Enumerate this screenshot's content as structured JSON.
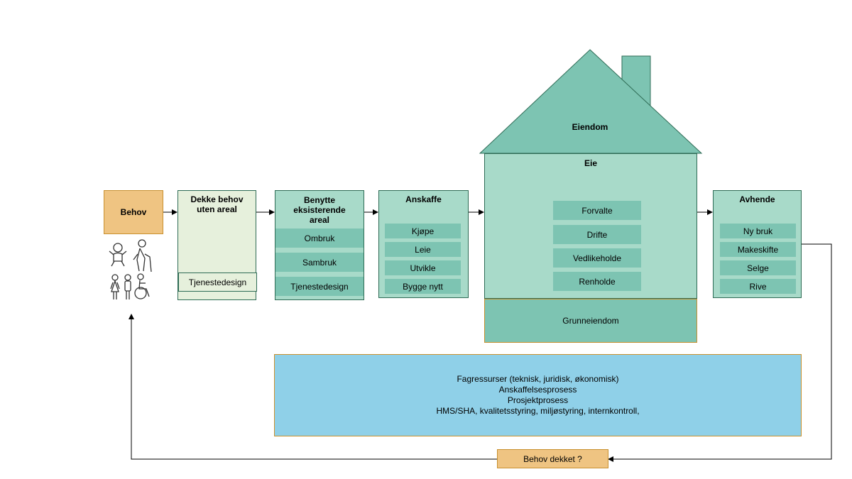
{
  "behov": {
    "label": "Behov"
  },
  "dekke": {
    "title": "Dekke behov uten areal",
    "item": "Tjenestedesign"
  },
  "benytte": {
    "title": "Benytte eksisterende areal",
    "items": [
      "Ombruk",
      "Sambruk",
      "Tjenestedesign"
    ]
  },
  "anskaffe": {
    "title": "Anskaffe",
    "items": [
      "Kjøpe",
      "Leie",
      "Utvikle",
      "Bygge nytt"
    ]
  },
  "house": {
    "roof_label": "Eiendom",
    "body_title": "Eie",
    "items": [
      "Forvalte",
      "Drifte",
      "Vedlikeholde",
      "Renholde"
    ],
    "ground_label": "Grunneiendom"
  },
  "avhende": {
    "title": "Avhende",
    "items": [
      "Ny bruk",
      "Makeskifte",
      "Selge",
      "Rive"
    ]
  },
  "info": {
    "lines": [
      "Fagressurser (teknisk, juridisk, økonomisk)",
      "Anskaffelsesprosess",
      "Prosjektprosess",
      "HMS/SHA, kvalitetsstyring, miljøstyring, internkontroll,"
    ]
  },
  "feedback": {
    "label": "Behov dekket ?"
  },
  "icons": [
    "baby-icon",
    "elderly-person-icon",
    "woman-icon",
    "man-icon",
    "wheelchair-user-icon"
  ],
  "colors": {
    "behov_fill": "#efc482",
    "dekke_fill": "#e6f0dc",
    "stage_fill": "#a8dac9",
    "item_fill": "#7dc4b2",
    "roof_fill": "#7dc4b2",
    "info_fill": "#8fd0e8",
    "border_dark": "#2e6b55",
    "border_orange": "#c8902f"
  }
}
